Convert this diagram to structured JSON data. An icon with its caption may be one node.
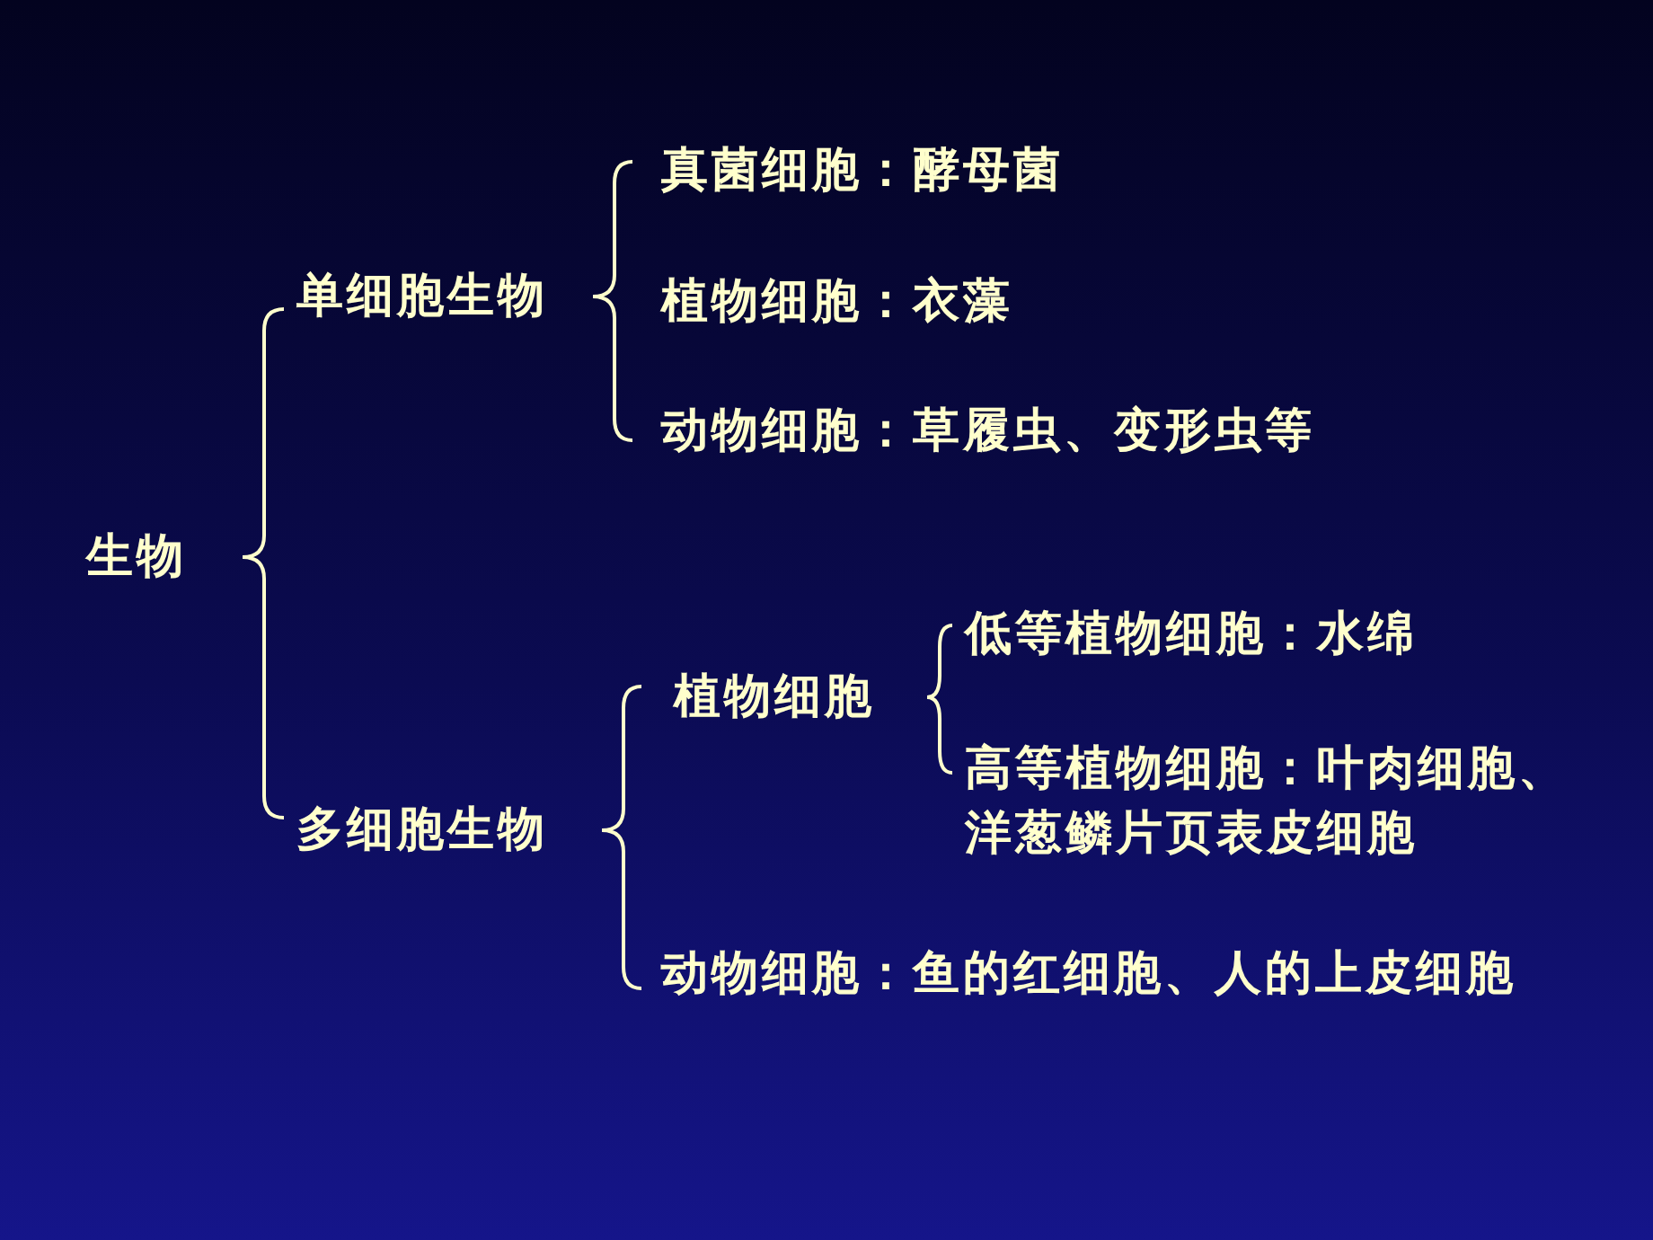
{
  "diagram": {
    "labels": [
      "生物",
      "单细胞生物",
      "真菌细胞：酵母菌",
      "植物细胞：衣藻",
      "动物细胞：草履虫、变形虫等",
      "多细胞生物",
      "植物细胞",
      "低等植物细胞：水绵",
      "高等植物细胞：叶肉细胞、洋葱鳞片页表皮细胞",
      "动物细胞：鱼的红细胞、人的上皮细胞"
    ]
  }
}
